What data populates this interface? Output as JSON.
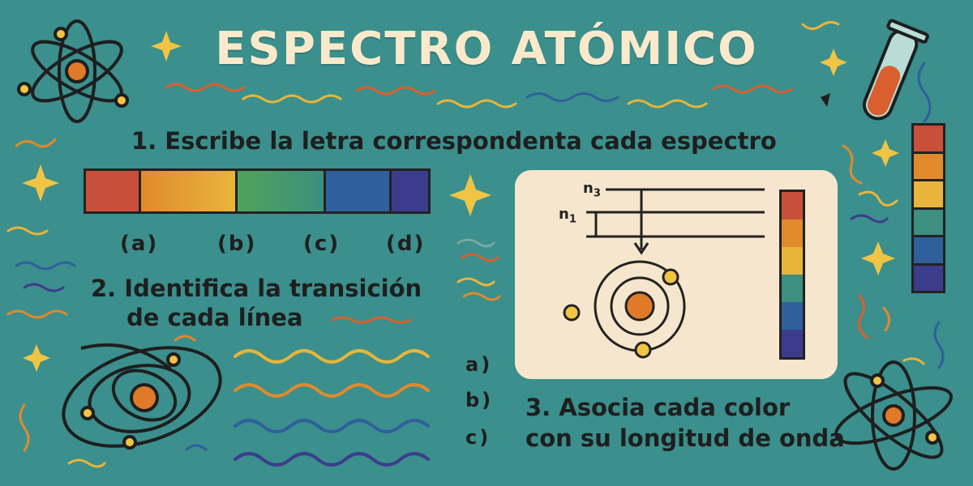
{
  "title": "ESPECTRO ATÓMICO",
  "question1": "1. Escribe la letra correspondenta cada espectro",
  "question2": {
    "line1": "2. Identifica la transición",
    "line2": "de cada línea"
  },
  "question3": {
    "line1": "3. Asocia cada color",
    "line2": "con su longitud de onda"
  },
  "spectrum": {
    "bands": [
      {
        "color": "#c8503a",
        "weight": 2
      },
      {
        "color": "#e08a2c",
        "weight": 3.6
      },
      {
        "color": "#4fa35a",
        "weight": 3.3
      },
      {
        "color": "#2f5f9c",
        "weight": 2.4
      },
      {
        "color": "#3c3c8c",
        "weight": 1.4
      }
    ],
    "labels": [
      "(a)",
      "(b)",
      "(c)",
      "(d)"
    ]
  },
  "answers": [
    "a)",
    "b)",
    "c)"
  ],
  "diagram": {
    "levels": [
      "n3",
      "n1"
    ],
    "bar_colors": [
      "#c8503a",
      "#e08a2c",
      "#e8b53a",
      "#3d8f7f",
      "#2f5f9c",
      "#3c3c8c"
    ]
  },
  "side_bar_colors": [
    "#c8503a",
    "#e08a2c",
    "#e8b53a",
    "#3d8f7f",
    "#2f5f9c",
    "#3c3c8c"
  ],
  "wave_colors": [
    "#e8b53a",
    "#e08a2c",
    "#2f5f9c"
  ],
  "icons": [
    "atom-icon",
    "sparkle-icon",
    "test-tube-icon",
    "orbit-icon"
  ]
}
